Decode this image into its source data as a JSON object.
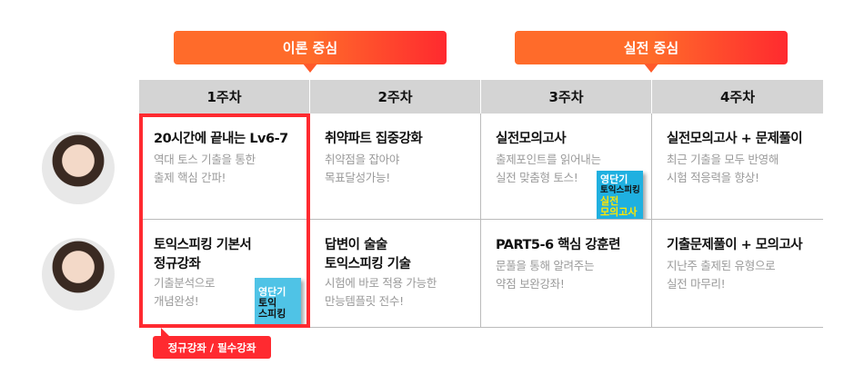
{
  "banners": [
    {
      "label": "이론 중심"
    },
    {
      "label": "실전 중심"
    }
  ],
  "weeks": [
    "1주차",
    "2주차",
    "3주차",
    "4주차"
  ],
  "rows": [
    {
      "cells": [
        {
          "title": "20시간에 끝내는 Lv6-7",
          "desc": [
            "역대 토스 기출을 통한",
            "출제 핵심 간파!"
          ]
        },
        {
          "title": "취약파트 집중강화",
          "desc": [
            "취약점을 잡아야",
            "목표달성가능!"
          ]
        },
        {
          "title": "실전모의고사",
          "desc": [
            "출제포인트를 읽어내는",
            "실전 맞춤형 토스!"
          ]
        },
        {
          "title": "실전모의고사 + 문제풀이",
          "desc": [
            "최근 기출을 모두 반영해",
            "시험 적응력을 향상!"
          ]
        }
      ]
    },
    {
      "cells": [
        {
          "title": [
            "토익스피킹 기본서",
            "정규강좌"
          ],
          "desc": [
            "기출분석으로",
            "개념완성!"
          ]
        },
        {
          "title": [
            "답변이 술술",
            "토익스피킹 기술"
          ],
          "desc": [
            "시험에 바로 적용 가능한",
            "만능템플릿 전수!"
          ]
        },
        {
          "title": "PART5-6 핵심 강훈련",
          "desc": [
            "문풀을 통해 알려주는",
            "약점 보완강좌!"
          ]
        },
        {
          "title": "기출문제풀이 + 모의고사",
          "desc": [
            "지난주 출제된 유형으로",
            "실전 마무리!"
          ]
        }
      ]
    }
  ],
  "books": [
    {
      "lines": [
        "영단기",
        "토익스피킹",
        "실전",
        "모의고사"
      ]
    },
    {
      "lines": [
        "영단기",
        "토익",
        "스피킹"
      ]
    }
  ],
  "tag": {
    "label": "정규강좌 / 필수강좌"
  },
  "colors": {
    "accent": "#ff2a30",
    "banner_start": "#ff6b2a",
    "header_bg": "#d4d4d4"
  }
}
